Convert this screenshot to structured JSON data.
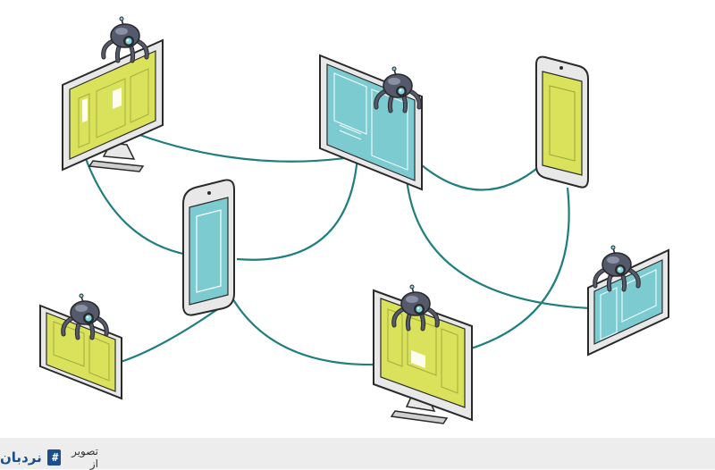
{
  "footer": {
    "credit_prefix": "تصویر از",
    "brand_name": "نردبان",
    "brand_logo_icon": "ladder-logo-icon"
  },
  "colors": {
    "screen_yellow": "#d9e25a",
    "screen_teal": "#7ccbd1",
    "cable": "#1f7e7e",
    "outline": "#2a2a2a",
    "frame": "#e8e8e8",
    "robot_body": "#54596b",
    "robot_eye": "#7fd6e0",
    "footer_bg": "#ededed",
    "brand": "#1a4e8c"
  },
  "scene": {
    "devices": [
      {
        "kind": "monitor",
        "screen": "yellow",
        "robot": true
      },
      {
        "kind": "tablet",
        "screen": "teal",
        "robot": true
      },
      {
        "kind": "phone",
        "screen": "yellow",
        "robot": false
      },
      {
        "kind": "phone",
        "screen": "teal",
        "robot": false
      },
      {
        "kind": "tablet",
        "screen": "teal",
        "robot": true
      },
      {
        "kind": "tablet",
        "screen": "yellow",
        "robot": true
      },
      {
        "kind": "monitor",
        "screen": "yellow",
        "robot": true
      }
    ]
  }
}
